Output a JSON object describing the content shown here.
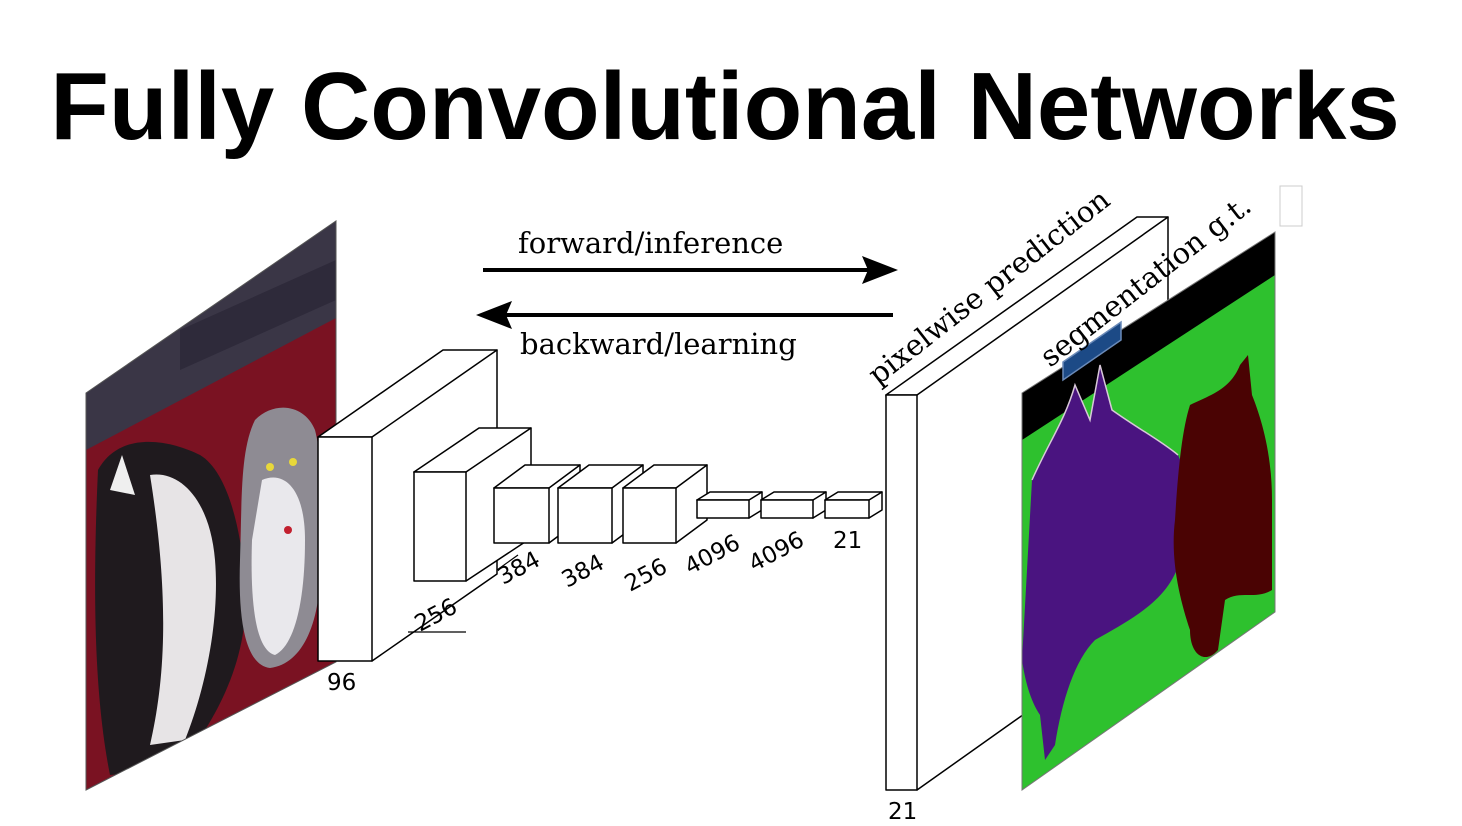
{
  "slide": {
    "title": "Fully Convolutional Networks"
  },
  "arrows": {
    "forward_label": "forward/inference",
    "backward_label": "backward/learning"
  },
  "panels": {
    "prediction_label": "pixelwise prediction",
    "prediction_channels": "21",
    "ground_truth_label": "segmentation g.t."
  },
  "layers": [
    {
      "channels": "96"
    },
    {
      "channels": "256"
    },
    {
      "channels": "384"
    },
    {
      "channels": "384"
    },
    {
      "channels": "256"
    },
    {
      "channels": "4096"
    },
    {
      "channels": "4096"
    },
    {
      "channels": "21"
    }
  ],
  "colors": {
    "background": "#ffffff",
    "seg_background": "#000000",
    "seg_green": "#2ec12e",
    "seg_dog": "#4a1480",
    "seg_cat": "#4a0303",
    "photo_floor": "#7a1222",
    "photo_wall": "#3a3646"
  }
}
